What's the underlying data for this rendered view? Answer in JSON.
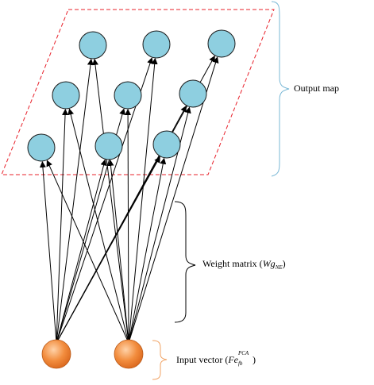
{
  "labels": {
    "output_map": "Output map",
    "weight_matrix": {
      "prefix": "Weight matrix (",
      "symbol": "Wg",
      "subscript": "NE",
      "suffix": ")"
    },
    "input_vector": {
      "prefix": "Input vector (",
      "symbol": "Fe",
      "superscript": "PCA",
      "subscript": "fb",
      "suffix": ")"
    }
  },
  "colors": {
    "output_node_fill": "#8ecfe0",
    "input_node_fill": "#f08a3c",
    "output_map_border": "#e8202a",
    "output_brace": "#7ab8d6",
    "weight_brace": "#000000",
    "input_brace": "#f0a060",
    "edges": "#000000"
  },
  "nodes": {
    "output_layer_count": 9,
    "input_layer_count": 2
  }
}
